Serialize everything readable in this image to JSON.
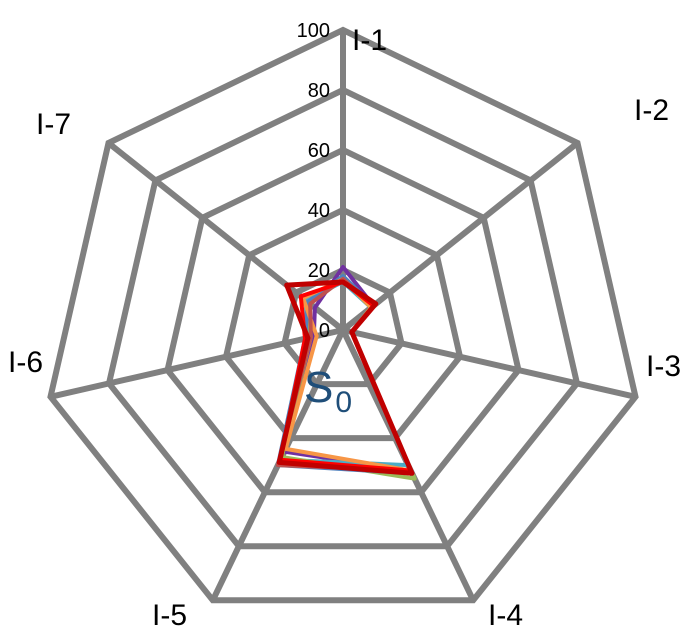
{
  "chart_data": {
    "type": "radar",
    "categories": [
      "I-1",
      "I-2",
      "I-3",
      "I-4",
      "I-5",
      "I-6",
      "I-7"
    ],
    "rlim": [
      0,
      100
    ],
    "ticks": [
      "0",
      "20",
      "40",
      "60",
      "80",
      "100"
    ],
    "grid": true,
    "grid_color": "#808080",
    "annotation": {
      "main": "S",
      "sub": "0",
      "color": "#1f4e79"
    },
    "series": [
      {
        "color": "#7030a0",
        "values": [
          21,
          13,
          3,
          52,
          45,
          10,
          12
        ]
      },
      {
        "color": "#4bacc6",
        "values": [
          16,
          12,
          3,
          50,
          48,
          12,
          16
        ]
      },
      {
        "color": "#9bbb59",
        "values": [
          17,
          12,
          3,
          55,
          47,
          11,
          15
        ]
      },
      {
        "color": "#4f81bd",
        "values": [
          18,
          13,
          3,
          53,
          50,
          13,
          15
        ]
      },
      {
        "color": "#f79646",
        "values": [
          17,
          12,
          3,
          52,
          44,
          9,
          17
        ]
      },
      {
        "color": "#c0504d",
        "values": [
          17,
          13,
          3,
          52,
          50,
          11,
          14
        ]
      },
      {
        "color": "#ff0000",
        "values": [
          16,
          13,
          3,
          52,
          48,
          13,
          18
        ]
      },
      {
        "color": "#c00000",
        "values": [
          16,
          14,
          3,
          53,
          49,
          12,
          24
        ]
      }
    ]
  }
}
